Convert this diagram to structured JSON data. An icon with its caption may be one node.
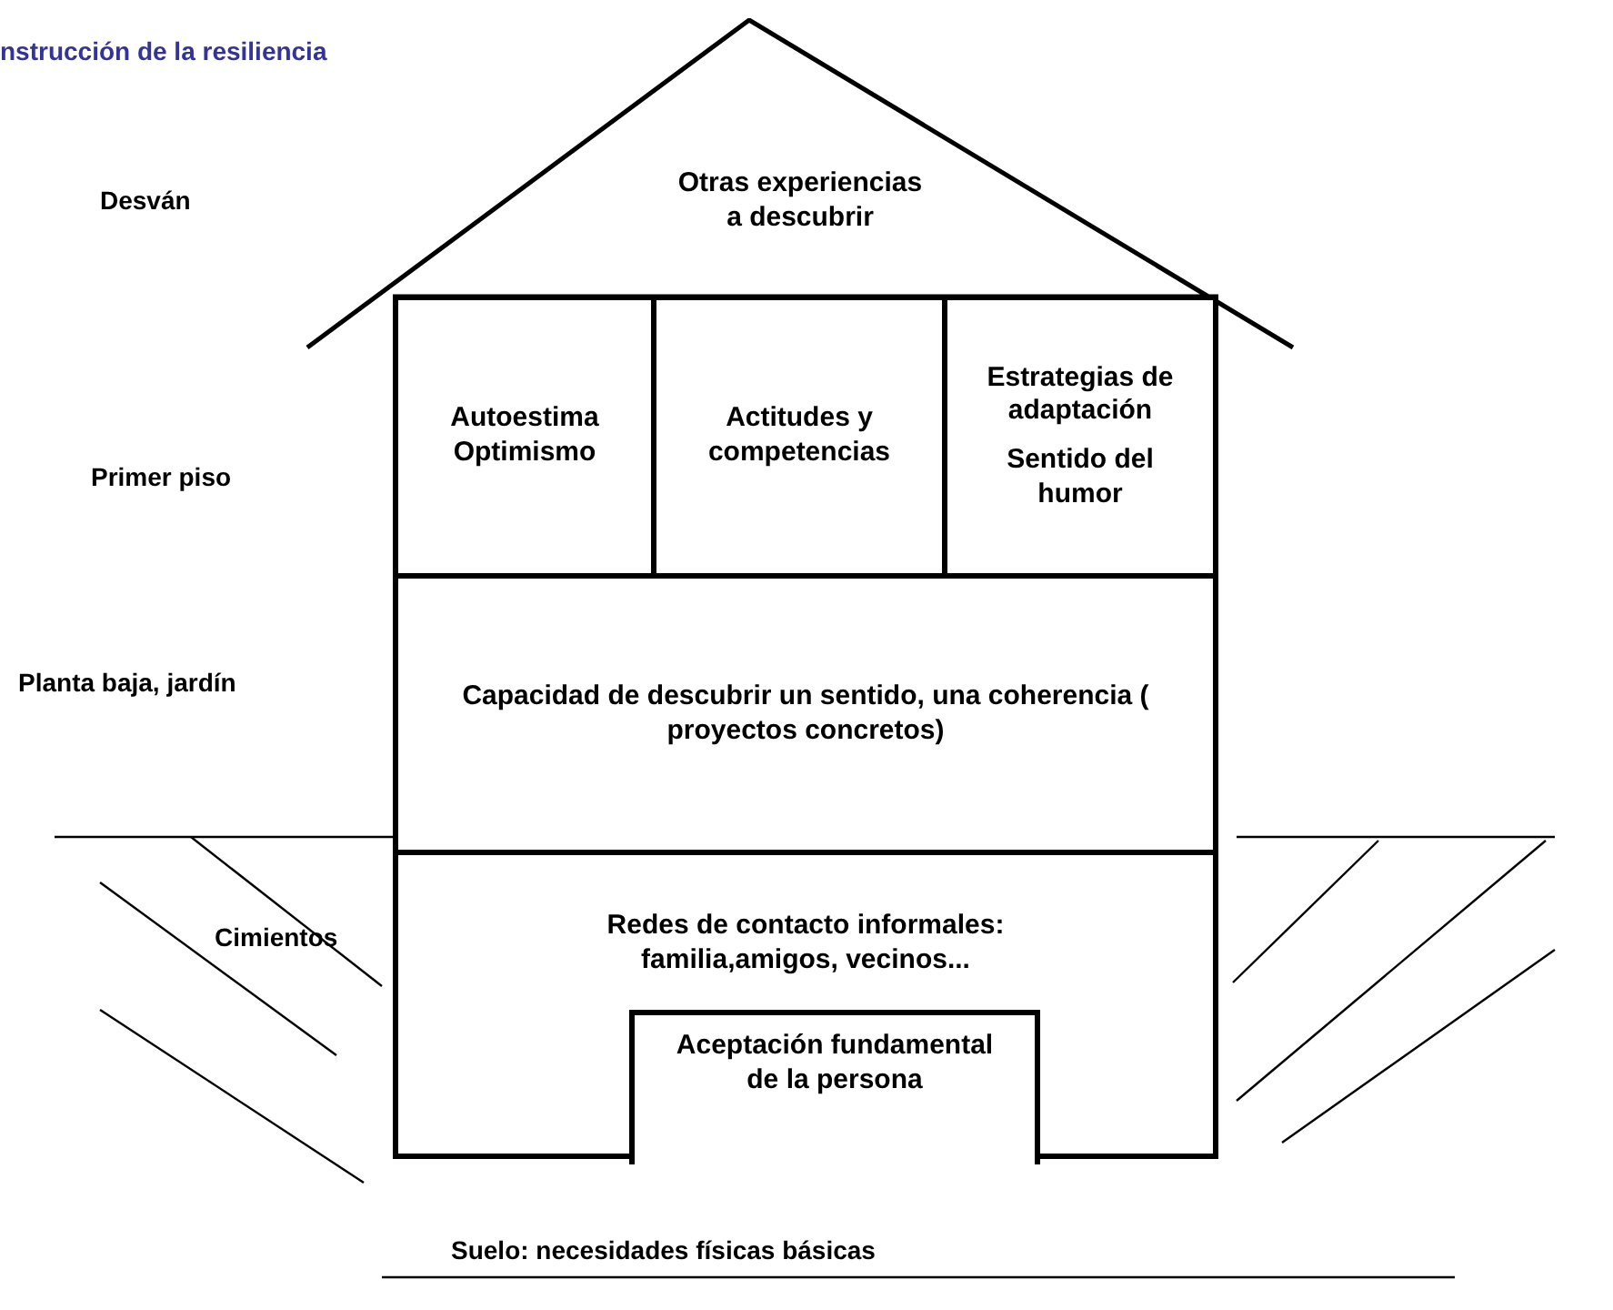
{
  "diagram": {
    "title": "nstrucción de la resiliencia",
    "nodes": [
      {
        "text": [
          "Otras experiencias a descubrir"
        ]
      },
      {
        "text": [
          "Autoestima Optimismo"
        ]
      },
      {
        "text": [
          "Actitudes y competencias"
        ]
      },
      {
        "text": [
          "Estrategias de adaptación",
          "Sentido del humor"
        ]
      },
      {
        "text": [
          "Capacidad de descubrir un sentido, una coherencia ( proyectos concretos)"
        ]
      },
      {
        "text": [
          "Redes de contacto informales: familia,amigos, vecinos..."
        ]
      },
      {
        "text": [
          "Aceptación fundamental de la persona"
        ],
        "in": 5
      }
    ],
    "edges": [],
    "labels": [
      "Desván",
      "Primer piso",
      "Planta baja, jardín",
      "Cimientos",
      "Suelo: necesidades físicas básicas"
    ]
  }
}
